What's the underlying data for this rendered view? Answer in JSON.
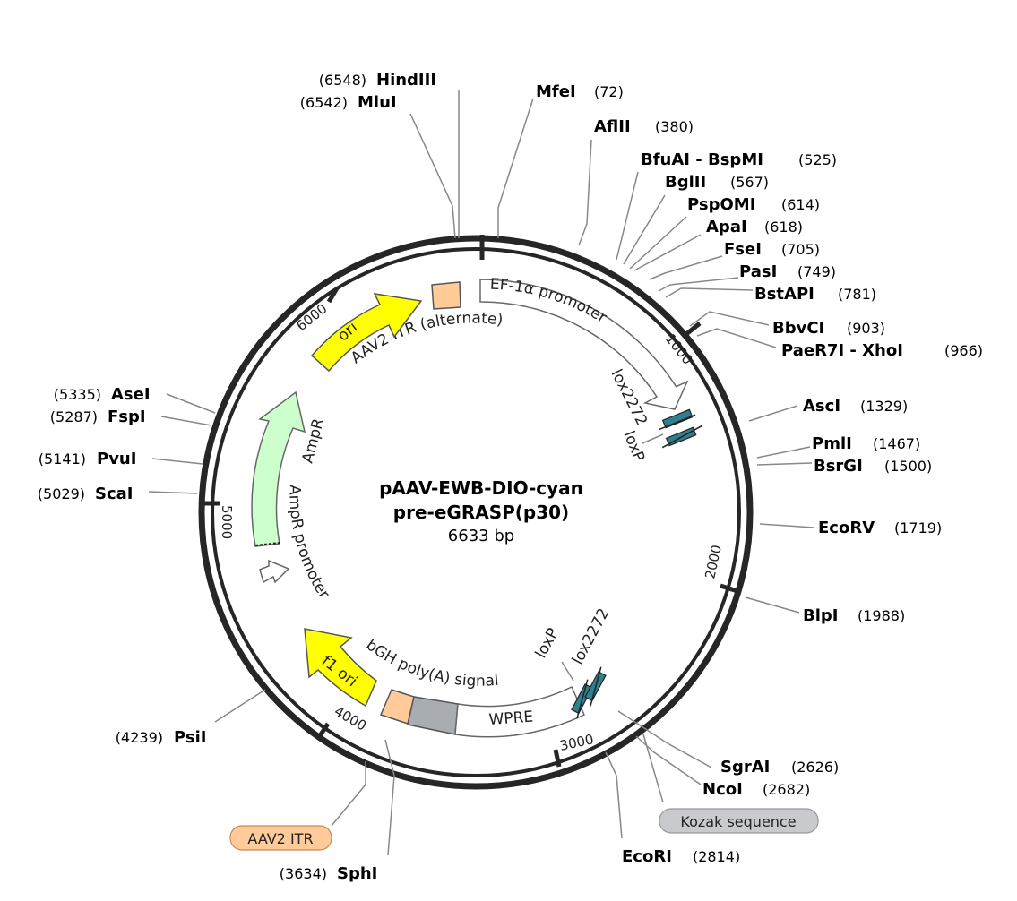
{
  "title_line1": "pAAV-EWB-DIO-cyan",
  "title_line2": "pre-eGRASP(p30)",
  "size_label": "6633 bp",
  "total_bp": 6633,
  "colors": {
    "backbone": "#262626",
    "ori": "#ffff00",
    "itr": "#ffcc99",
    "ampr": "#ccffcc",
    "lox": "#2f7f8f",
    "wpre": "#ffffff",
    "bgh": "#a9adb2",
    "leader": "#888888",
    "kozak": "#c8cacd"
  },
  "ticks": [
    {
      "pos": 1000,
      "label": "1000"
    },
    {
      "pos": 2000,
      "label": "2000"
    },
    {
      "pos": 3000,
      "label": "3000"
    },
    {
      "pos": 4000,
      "label": "4000"
    },
    {
      "pos": 5000,
      "label": "5000"
    },
    {
      "pos": 6000,
      "label": "6000"
    },
    {
      "pos": 0,
      "label": ""
    }
  ],
  "features": {
    "ef1a": "EF-1α promoter",
    "aav2_itr_alt": "AAV2 ITR (alternate)",
    "ori": "ori",
    "ampr": "AmpR",
    "ampr_promoter": "AmpR promoter",
    "f1_ori": "f1 ori",
    "bgh": "bGH poly(A) signal",
    "wpre": "WPRE",
    "lox2272_top": "lox2272",
    "loxp_top": "loxP",
    "loxp_bottom": "loxP",
    "lox2272_bottom": "lox2272"
  },
  "sites": [
    {
      "name": "HindIII",
      "pos": "(6548)"
    },
    {
      "name": "MluI",
      "pos": "(6542)"
    },
    {
      "name": "MfeI",
      "pos": "(72)"
    },
    {
      "name": "AflII",
      "pos": "(380)"
    },
    {
      "name": "BfuAI - BspMI",
      "pos": "(525)"
    },
    {
      "name": "BglII",
      "pos": "(567)"
    },
    {
      "name": "PspOMI",
      "pos": "(614)"
    },
    {
      "name": "ApaI",
      "pos": "(618)"
    },
    {
      "name": "FseI",
      "pos": "(705)"
    },
    {
      "name": "PasI",
      "pos": "(749)"
    },
    {
      "name": "BstAPI",
      "pos": "(781)"
    },
    {
      "name": "BbvCI",
      "pos": "(903)"
    },
    {
      "name": "PaeR7I - XhoI",
      "pos": "(966)"
    },
    {
      "name": "AscI",
      "pos": "(1329)"
    },
    {
      "name": "PmlI",
      "pos": "(1467)"
    },
    {
      "name": "BsrGI",
      "pos": "(1500)"
    },
    {
      "name": "EcoRV",
      "pos": "(1719)"
    },
    {
      "name": "BlpI",
      "pos": "(1988)"
    },
    {
      "name": "SgrAI",
      "pos": "(2626)"
    },
    {
      "name": "NcoI",
      "pos": "(2682)"
    },
    {
      "name": "EcoRI",
      "pos": "(2814)"
    },
    {
      "name": "SphI",
      "pos": "(3634)"
    },
    {
      "name": "PsiI",
      "pos": "(4239)"
    },
    {
      "name": "ScaI",
      "pos": "(5029)"
    },
    {
      "name": "PvuI",
      "pos": "(5141)"
    },
    {
      "name": "FspI",
      "pos": "(5287)"
    },
    {
      "name": "AseI",
      "pos": "(5335)"
    }
  ],
  "callouts": {
    "kozak": "Kozak sequence",
    "aav2_itr": "AAV2 ITR"
  }
}
